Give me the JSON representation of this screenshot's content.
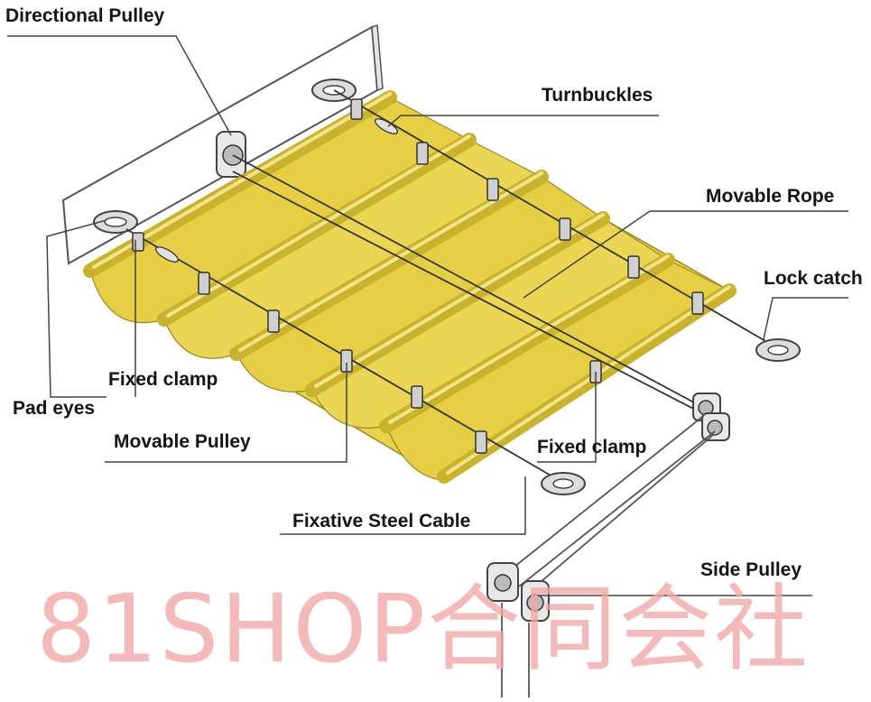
{
  "labels": {
    "directional_pulley": "Directional Pulley",
    "turnbuckles": "Turnbuckles",
    "movable_rope": "Movable Rope",
    "lock_catch": "Lock catch",
    "fixed_clamp_left": "Fixed clamp",
    "pad_eyes": "Pad eyes",
    "movable_pulley": "Movable Pulley",
    "fixed_clamp_right": "Fixed clamp",
    "fixative_steel_cable": "Fixative Steel Cable",
    "side_pulley": "Side Pulley"
  },
  "watermark": "81SHOP合同会社",
  "colors": {
    "fabric": "#e8d34a",
    "fabric_dark": "#c9b22c",
    "fabric_light": "#f3e48a",
    "line": "#444444",
    "watermark": "#f2a7a7"
  }
}
